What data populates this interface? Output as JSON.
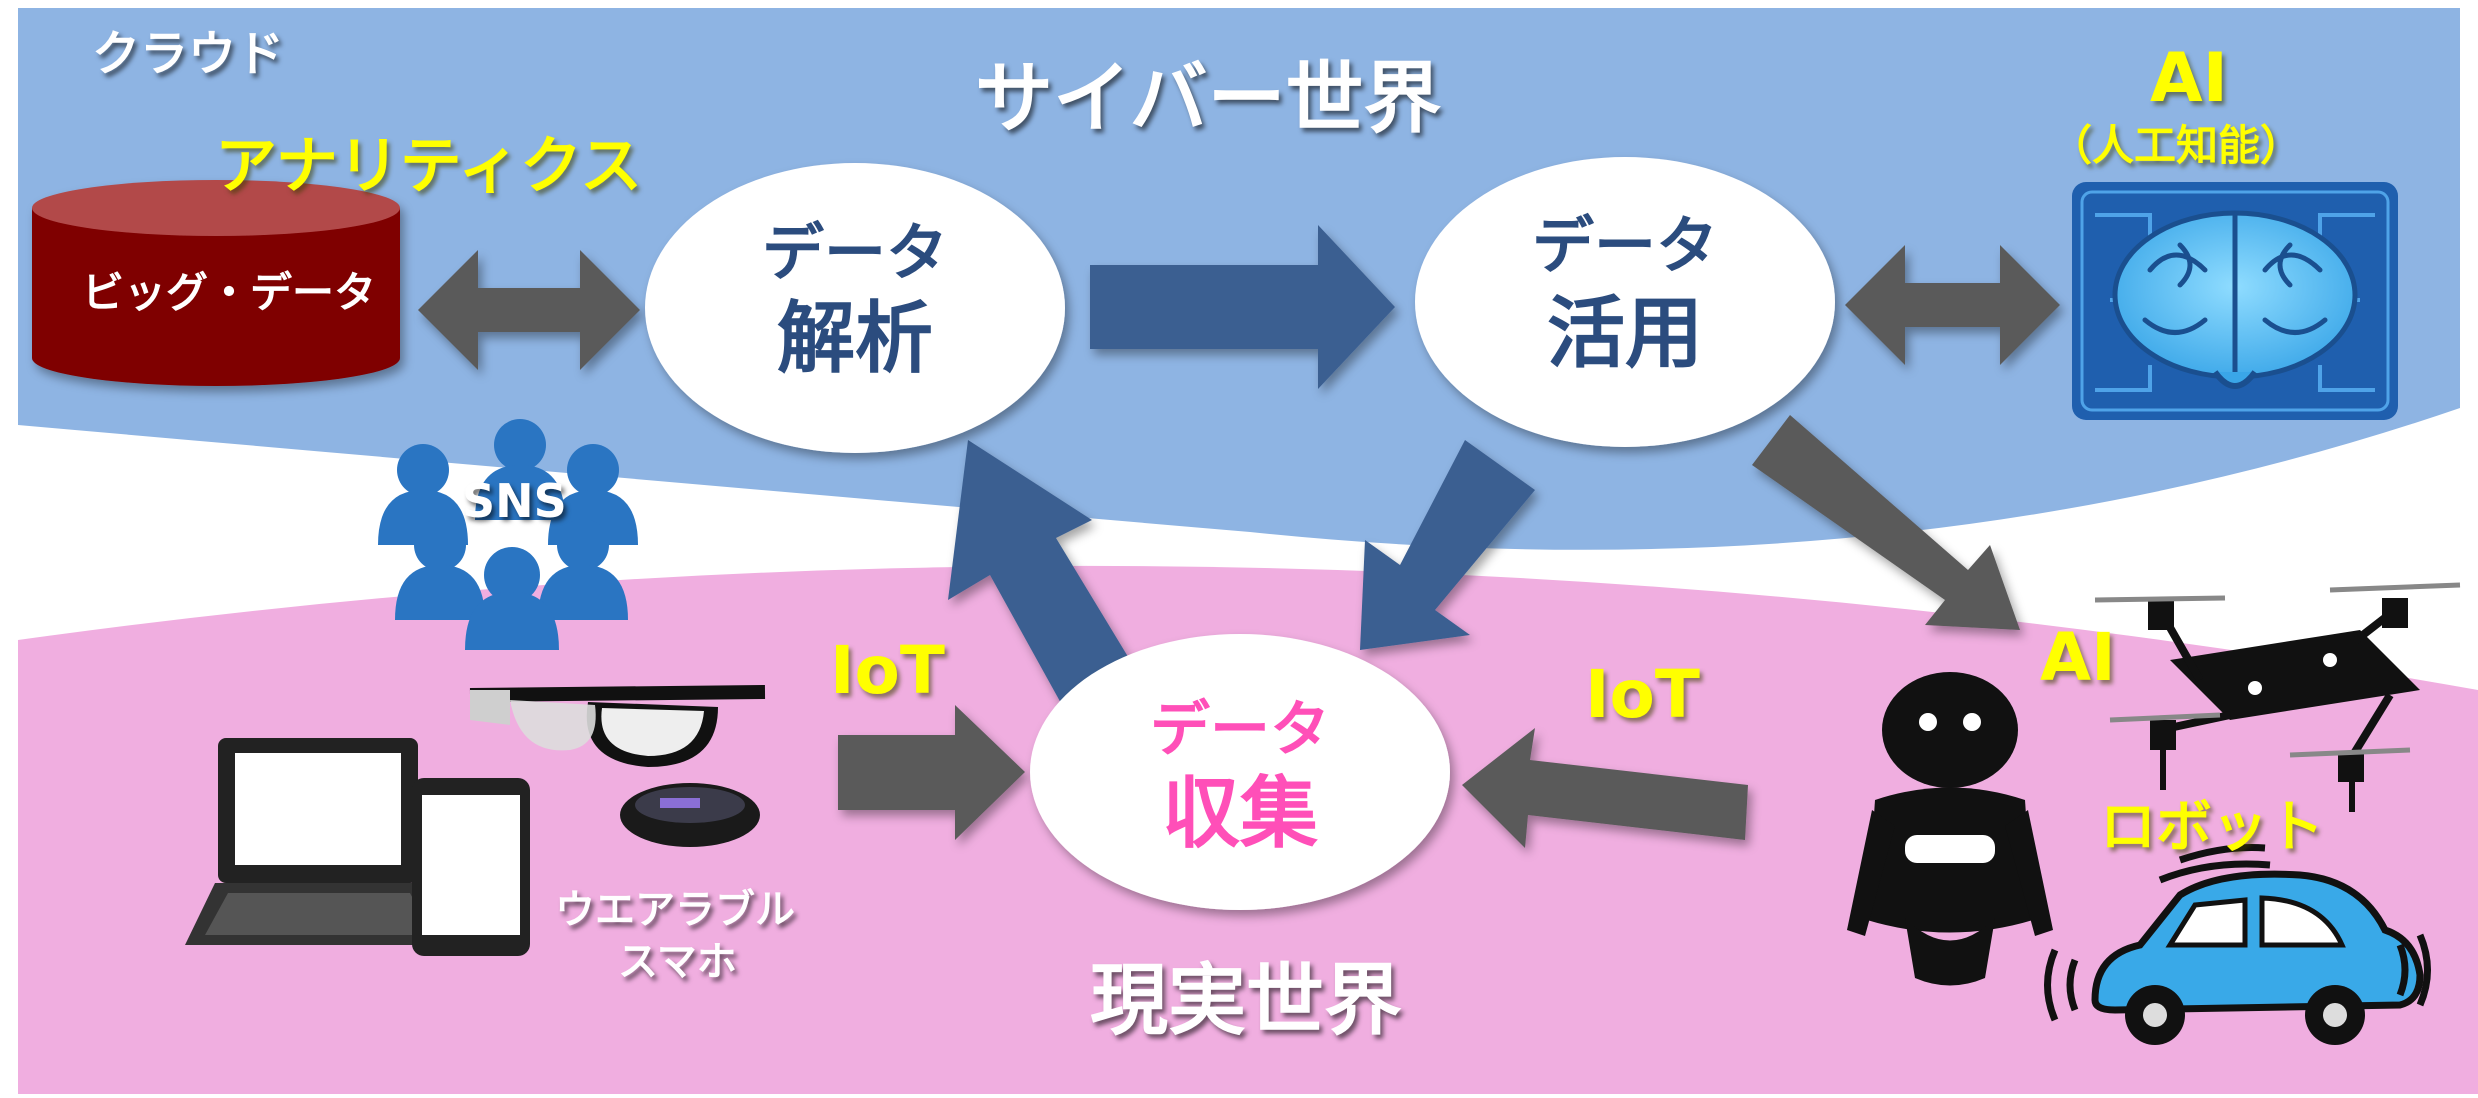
{
  "regions": {
    "cloud": "クラウド",
    "cyber": "サイバー世界",
    "real": "現実世界"
  },
  "nodes": {
    "analysis": {
      "line1": "データ",
      "line2": "解析"
    },
    "utilization": {
      "line1": "データ",
      "line2": "活用"
    },
    "collection": {
      "line1": "データ",
      "line2": "収集"
    }
  },
  "labels": {
    "analytics": "アナリティクス",
    "bigdata": "ビッグ・データ",
    "ai_top": "AI",
    "ai_top_sub": "（人工知能）",
    "sns": "SNS",
    "iot_left": "IoT",
    "iot_right": "IoT",
    "wearable": "ウエアラブル",
    "smartphone": "スマホ",
    "ai_right": "AI",
    "robot": "ロボット"
  },
  "colors": {
    "cloud_bg": "#8eb4e3",
    "real_bg": "#f0aee0",
    "node_text_blue": "#2b4c7e",
    "node_text_pink": "#ff4fb8",
    "yellow": "#ffff00",
    "flow_arrow": "#3b5f91",
    "gray_arrow": "#595959",
    "bigdata_red": "#7f0000"
  }
}
